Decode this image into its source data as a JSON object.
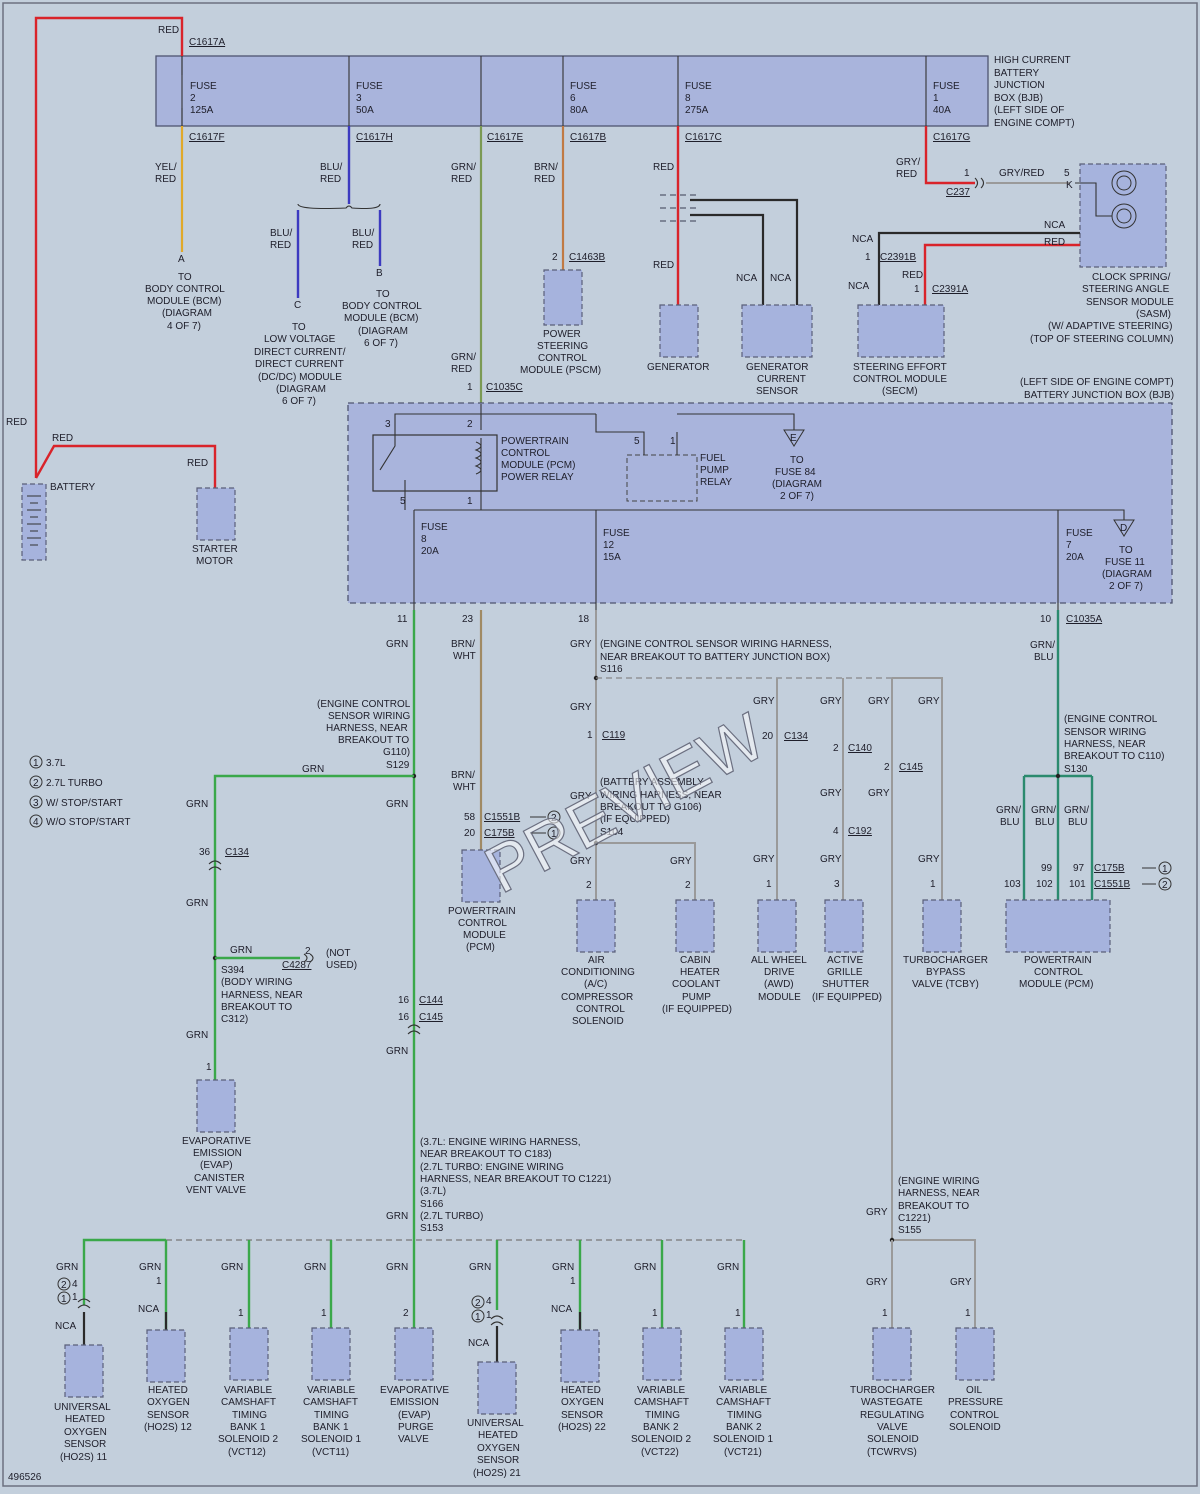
{
  "diagram_id": "496526",
  "watermark": "PREVIEW",
  "colors": {
    "red": "#d9232a",
    "green": "#3aa84a",
    "gray": "#9a9a9a",
    "black": "#2a2a2a",
    "yellow": "#e0a92a",
    "blue": "#3c3ac0",
    "brown": "#c07a44",
    "green_blue": "#2b8a6e",
    "box_fill": "#a6b3dd",
    "background": "#c3cfdc"
  },
  "legend": [
    {
      "num": "1",
      "text": "3.7L"
    },
    {
      "num": "2",
      "text": "2.7L TURBO"
    },
    {
      "num": "3",
      "text": "W/ STOP/START"
    },
    {
      "num": "4",
      "text": "W/O STOP/START"
    }
  ],
  "bjb_top": {
    "title": [
      "HIGH CURRENT",
      "BATTERY",
      "JUNCTION",
      "BOX (BJB)",
      "(LEFT SIDE OF",
      "ENGINE COMPT)"
    ],
    "connector_in": "C1617A",
    "fuses": [
      {
        "l1": "FUSE",
        "l2": "2",
        "l3": "125A",
        "conn": "C1617F"
      },
      {
        "l1": "FUSE",
        "l2": "3",
        "l3": "50A",
        "conn": "C1617H"
      },
      {
        "l1": "FUSE",
        "l2": "6",
        "l3": "80A",
        "conn": "C1617B"
      },
      {
        "l1": "FUSE",
        "l2": "8",
        "l3": "275A",
        "conn": "C1617C"
      },
      {
        "l1": "FUSE",
        "l2": "1",
        "l3": "40A",
        "conn": "C1617G"
      }
    ],
    "conn_e": "C1617E"
  },
  "bjb_bottom": {
    "title": [
      "(LEFT SIDE OF ENGINE COMPT)",
      "BATTERY JUNCTION BOX (BJB)"
    ],
    "relay": [
      "POWERTRAIN",
      "CONTROL",
      "MODULE (PCM)",
      "POWER RELAY"
    ],
    "fuel_relay": [
      "FUEL",
      "PUMP",
      "RELAY"
    ],
    "to_fuse84": [
      "TO",
      "FUSE 84",
      "(DIAGRAM",
      "2 OF 7)"
    ],
    "to_fuse11": [
      "TO",
      "FUSE 11",
      "(DIAGRAM",
      "2 OF 7)"
    ],
    "fuses": [
      {
        "l1": "FUSE",
        "l2": "8",
        "l3": "20A"
      },
      {
        "l1": "FUSE",
        "l2": "12",
        "l3": "15A"
      },
      {
        "l1": "FUSE",
        "l2": "7",
        "l3": "20A"
      }
    ],
    "conn_top": "C1035C",
    "conn_right": "C1035A"
  },
  "labels": {
    "red": "RED",
    "grn": "GRN",
    "gry": "GRY",
    "nca": "NCA",
    "yel_red": [
      "YEL/",
      "RED"
    ],
    "blu_red": [
      "BLU/",
      "RED"
    ],
    "grn_red": [
      "GRN/",
      "RED"
    ],
    "brn_red": [
      "BRN/",
      "RED"
    ],
    "gry_red": [
      "GRY/",
      "RED"
    ],
    "gry_red_inline": "GRY/RED",
    "brn_wht": [
      "BRN/",
      "WHT"
    ],
    "grn_blu": [
      "GRN/",
      "BLU"
    ],
    "battery": "BATTERY",
    "starter": [
      "STARTER",
      "MOTOR"
    ],
    "bcm_a": [
      "TO",
      "BODY CONTROL",
      "MODULE (BCM)",
      "(DIAGRAM",
      "4 OF 7)"
    ],
    "bcm_b": [
      "TO",
      "BODY CONTROL",
      "MODULE (BCM)",
      "(DIAGRAM",
      "6 OF 7)"
    ],
    "dcdc": [
      "TO",
      "LOW VOLTAGE",
      "DIRECT CURRENT/",
      "DIRECT CURRENT",
      "(DC/DC) MODULE",
      "(DIAGRAM",
      "6 OF 7)"
    ],
    "pscm": [
      "POWER",
      "STEERING",
      "CONTROL",
      "MODULE (PSCM)"
    ],
    "generator": "GENERATOR",
    "gen_sensor": [
      "GENERATOR",
      "CURRENT",
      "SENSOR"
    ],
    "secm": [
      "STEERING EFFORT",
      "CONTROL MODULE",
      "(SECM)"
    ],
    "sasm": [
      "CLOCK SPRING/",
      "STEERING ANGLE",
      "SENSOR MODULE",
      "(SASM)",
      "(W/ ADAPTIVE STEERING)",
      "(TOP OF STEERING COLUMN)"
    ],
    "c237": "C237",
    "c2391b": "C2391B",
    "c2391a": "C2391A",
    "c1463b": "C1463B",
    "s129": [
      "(ENGINE CONTROL",
      "SENSOR WIRING",
      "HARNESS, NEAR",
      "BREAKOUT TO",
      "G110)",
      "S129"
    ],
    "s116": [
      "(ENGINE CONTROL SENSOR WIRING HARNESS,",
      "NEAR BREAKOUT TO BATTERY JUNCTION BOX)",
      "S116"
    ],
    "s104": [
      "(BATTERY ASSEMBLY",
      "WIRING HARNESS, NEAR",
      "BREAKOUT TO G106)",
      "(IF EQUIPPED)",
      "S104"
    ],
    "s130": [
      "(ENGINE CONTROL",
      "SENSOR WIRING",
      "HARNESS, NEAR",
      "BREAKOUT TO C110)",
      "S130"
    ],
    "s394": [
      "S394",
      "(BODY WIRING",
      "HARNESS, NEAR",
      "BREAKOUT TO",
      "C312)"
    ],
    "s166": [
      "(3.7L: ENGINE WIRING HARNESS,",
      "NEAR BREAKOUT TO C183)",
      "(2.7L TURBO: ENGINE WIRING",
      "HARNESS, NEAR BREAKOUT TO C1221)",
      "(3.7L)",
      "S166",
      "(2.7L TURBO)",
      "S153"
    ],
    "s155": [
      "(ENGINE WIRING",
      "HARNESS, NEAR",
      "BREAKOUT TO",
      "C1221)",
      "S155"
    ],
    "not_used": [
      "(NOT",
      "USED)"
    ],
    "c134": "C134",
    "c4287": "C4287",
    "c144": "C144",
    "c145": "C145",
    "c119": "C119",
    "c140": "C140",
    "c192": "C192",
    "c1551b": "C1551B",
    "c175b": "C175B",
    "pcm1": [
      "POWERTRAIN",
      "CONTROL",
      "MODULE",
      "(PCM)"
    ],
    "pcm2": [
      "POWERTRAIN",
      "CONTROL",
      "MODULE (PCM)"
    ],
    "ac": [
      "AIR",
      "CONDITIONING",
      "(A/C)",
      "COMPRESSOR",
      "CONTROL",
      "SOLENOID"
    ],
    "cabin": [
      "CABIN",
      "HEATER",
      "COOLANT",
      "PUMP",
      "(IF EQUIPPED)"
    ],
    "awd": [
      "ALL WHEEL",
      "DRIVE",
      "(AWD)",
      "MODULE"
    ],
    "grille": [
      "ACTIVE",
      "GRILLE",
      "SHUTTER",
      "(IF EQUIPPED)"
    ],
    "tcby": [
      "TURBOCHARGER",
      "BYPASS",
      "VALVE (TCBY)"
    ],
    "evap_vent": [
      "EVAPORATIVE",
      "EMISSION",
      "(EVAP)",
      "CANISTER",
      "VENT VALVE"
    ],
    "b1": [
      "UNIVERSAL",
      "HEATED",
      "OXYGEN",
      "SENSOR",
      "(HO2S) 11"
    ],
    "b2": [
      "HEATED",
      "OXYGEN",
      "SENSOR",
      "(HO2S) 12"
    ],
    "b3": [
      "VARIABLE",
      "CAMSHAFT",
      "TIMING",
      "BANK 1",
      "SOLENOID 2",
      "(VCT12)"
    ],
    "b4": [
      "VARIABLE",
      "CAMSHAFT",
      "TIMING",
      "BANK 1",
      "SOLENOID 1",
      "(VCT11)"
    ],
    "b5": [
      "EVAPORATIVE",
      "EMISSION",
      "(EVAP)",
      "PURGE",
      "VALVE"
    ],
    "b6": [
      "UNIVERSAL",
      "HEATED",
      "OXYGEN",
      "SENSOR",
      "(HO2S) 21"
    ],
    "b7": [
      "HEATED",
      "OXYGEN",
      "SENSOR",
      "(HO2S) 22"
    ],
    "b8": [
      "VARIABLE",
      "CAMSHAFT",
      "TIMING",
      "BANK 2",
      "SOLENOID 2",
      "(VCT22)"
    ],
    "b9": [
      "VARIABLE",
      "CAMSHAFT",
      "TIMING",
      "BANK 2",
      "SOLENOID 1",
      "(VCT21)"
    ],
    "b10": [
      "TURBOCHARGER",
      "WASTEGATE",
      "REGULATING",
      "VALVE",
      "SOLENOID",
      "(TCWRVS)"
    ],
    "b11": [
      "OIL",
      "PRESSURE",
      "CONTROL",
      "SOLENOID"
    ]
  }
}
